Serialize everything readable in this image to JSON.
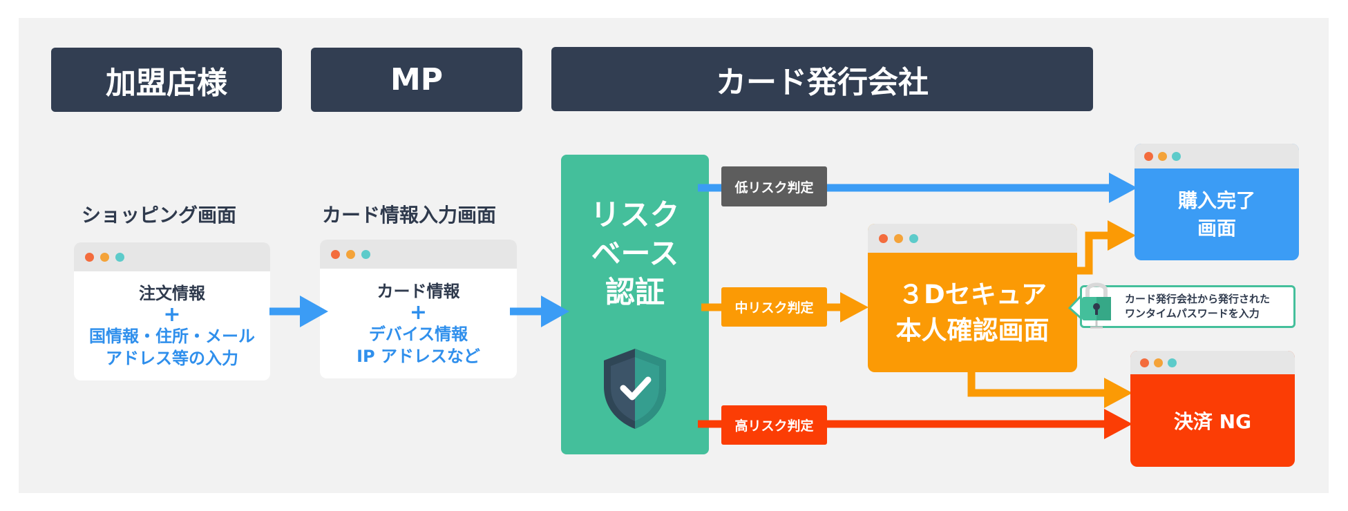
{
  "headers": {
    "merchant": "加盟店様",
    "mp": "MP",
    "issuer": "カード発行会社"
  },
  "shopping": {
    "caption": "ショッピング画面",
    "line1": "注文情報",
    "plus": "+",
    "line2": "国情報・住所・メール",
    "line3": "アドレス等の入力"
  },
  "card_input": {
    "caption": "カード情報入力画面",
    "line1": "カード情報",
    "plus": "+",
    "line2": "デバイス情報",
    "line3": "IP アドレスなど"
  },
  "risk_auth": {
    "line1": "リスク",
    "line2": "ベース",
    "line3": "認証"
  },
  "labels": {
    "low": "低リスク判定",
    "mid": "中リスク判定",
    "high": "高リスク判定"
  },
  "secure3d": {
    "line1": "３Dセキュア",
    "line2": "本人確認画面"
  },
  "otp_note": {
    "line1": "カード発行会社から発行された",
    "line2": "ワンタイムパスワードを入力"
  },
  "purchase_done": {
    "line1": "購入完了",
    "line2": "画面"
  },
  "payment_ng": {
    "text": "決済 NG"
  },
  "colors": {
    "header": "#323e52",
    "blue": "#3b9cf5",
    "green": "#44bf9b",
    "orange": "#fb9a05",
    "red": "#fb3d05",
    "gray_label": "#5d5d5d"
  }
}
